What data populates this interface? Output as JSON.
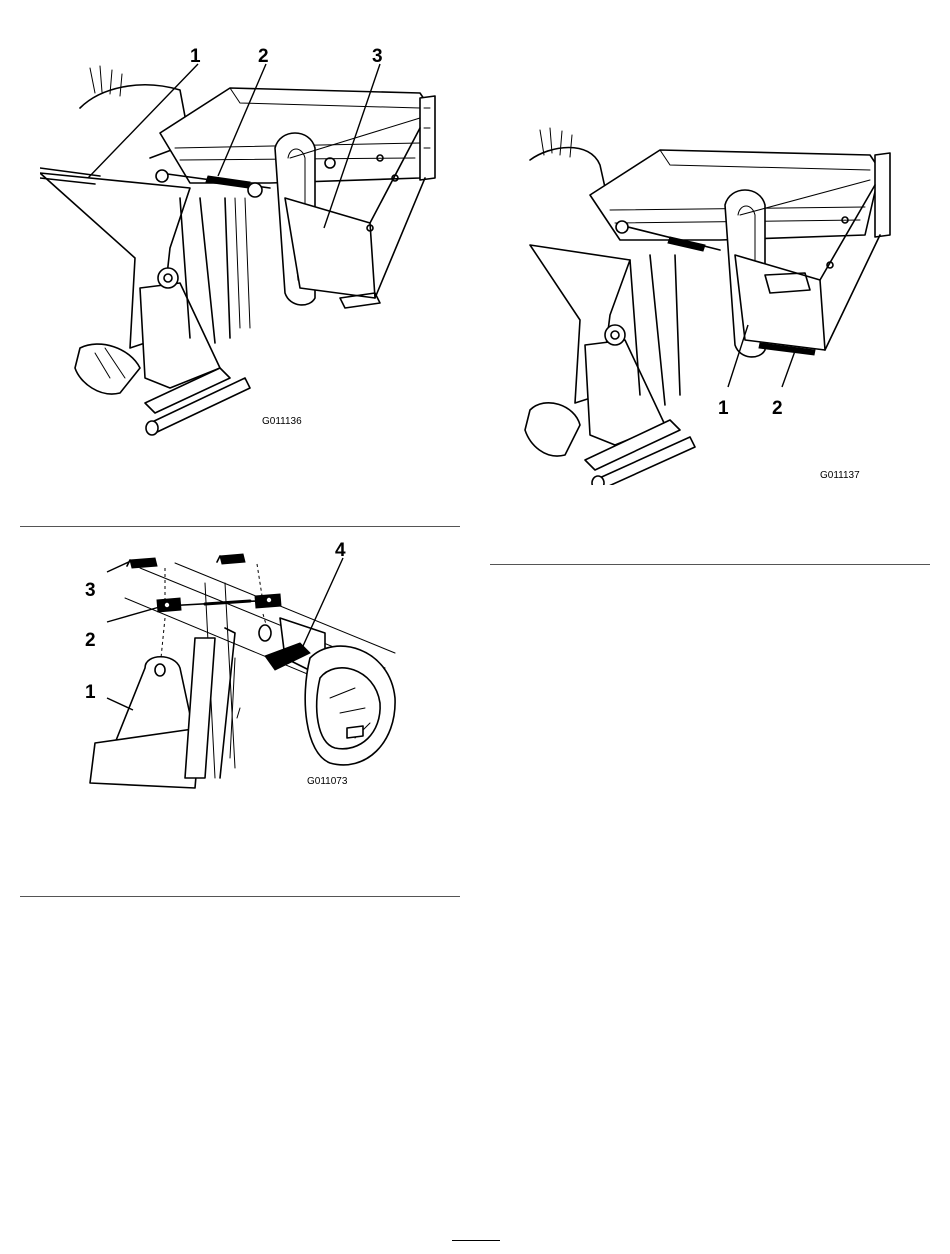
{
  "figures": [
    {
      "id": "G011136",
      "callouts": [
        "1",
        "2",
        "3"
      ]
    },
    {
      "id": "G011137",
      "callouts": [
        "1",
        "2"
      ]
    },
    {
      "id": "G011073",
      "callouts": [
        "1",
        "2",
        "3",
        "4"
      ]
    }
  ]
}
